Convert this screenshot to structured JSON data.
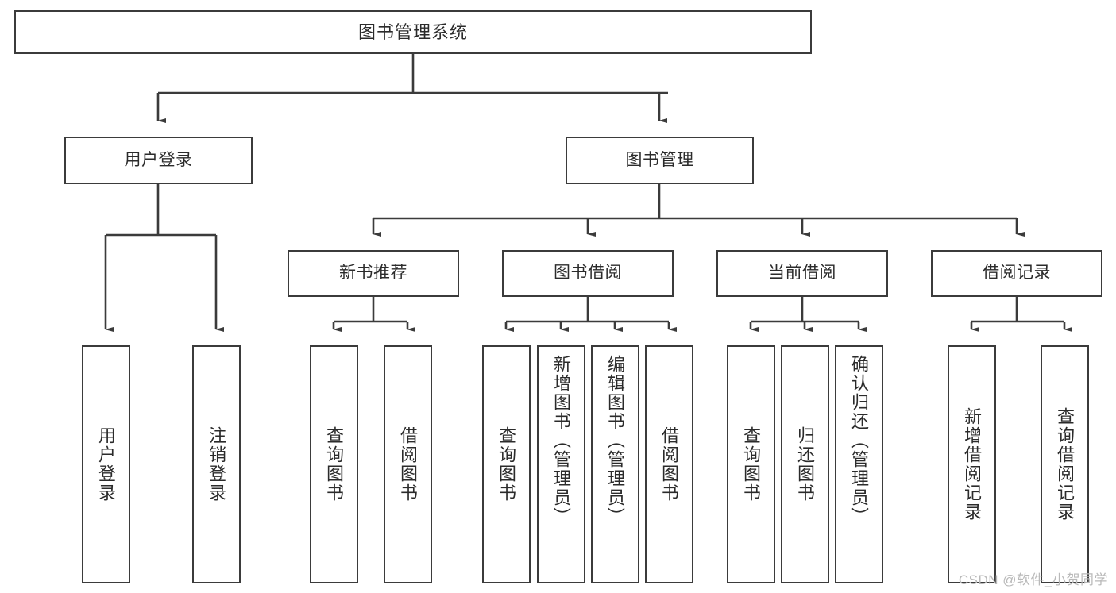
{
  "diagram": {
    "type": "tree-structure-chart",
    "title": "图书管理系统",
    "root": {
      "label": "图书管理系统"
    },
    "level1": [
      {
        "id": "user-login",
        "label": "用户登录"
      },
      {
        "id": "book-manage",
        "label": "图书管理"
      }
    ],
    "level2": [
      {
        "id": "new-book-recommend",
        "label": "新书推荐",
        "parent": "book-manage"
      },
      {
        "id": "book-borrow",
        "label": "图书借阅",
        "parent": "book-manage"
      },
      {
        "id": "current-borrow",
        "label": "当前借阅",
        "parent": "book-manage"
      },
      {
        "id": "borrow-record",
        "label": "借阅记录",
        "parent": "book-manage"
      }
    ],
    "leaves": [
      {
        "id": "leaf-user-login",
        "label": "用户登录",
        "parent": "user-login"
      },
      {
        "id": "leaf-user-logout",
        "label": "注销登录",
        "parent": "user-login"
      },
      {
        "id": "leaf-query-book-1",
        "label": "查询图书",
        "parent": "new-book-recommend"
      },
      {
        "id": "leaf-borrow-book-1",
        "label": "借阅图书",
        "parent": "new-book-recommend"
      },
      {
        "id": "leaf-query-book-2",
        "label": "查询图书",
        "parent": "book-borrow"
      },
      {
        "id": "leaf-add-book",
        "label": "新增图书（管理员）",
        "parent": "book-borrow"
      },
      {
        "id": "leaf-edit-book",
        "label": "编辑图书（管理员）",
        "parent": "book-borrow"
      },
      {
        "id": "leaf-borrow-book-2",
        "label": "借阅图书",
        "parent": "book-borrow"
      },
      {
        "id": "leaf-query-book-3",
        "label": "查询图书",
        "parent": "current-borrow"
      },
      {
        "id": "leaf-return-book",
        "label": "归还图书",
        "parent": "current-borrow"
      },
      {
        "id": "leaf-confirm-return",
        "label": "确认归还（管理员）",
        "parent": "current-borrow"
      },
      {
        "id": "leaf-add-record",
        "label": "新增借阅记录",
        "parent": "borrow-record"
      },
      {
        "id": "leaf-query-record",
        "label": "查询借阅记录",
        "parent": "borrow-record"
      }
    ]
  },
  "colors": {
    "border": "#3b3b3b",
    "background": "#ffffff",
    "text": "#2b2b2b",
    "watermark": "#b9b9b9"
  },
  "watermark": {
    "text": "CSDN @软件_小贺同学"
  }
}
